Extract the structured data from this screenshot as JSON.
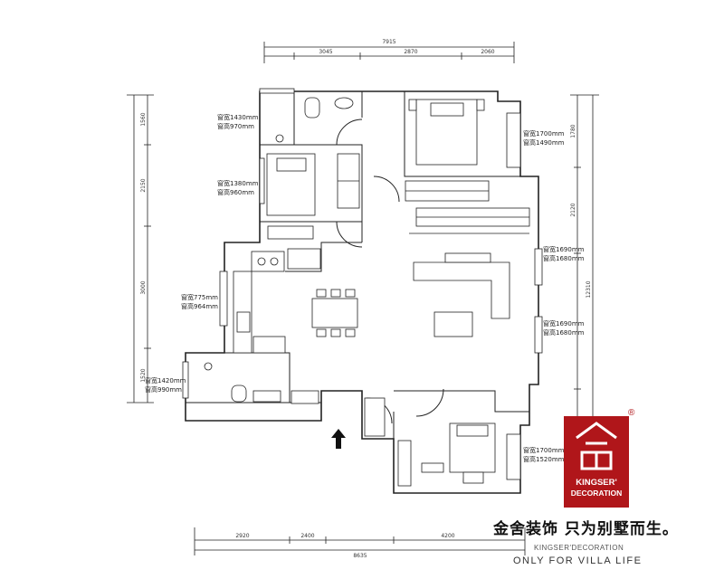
{
  "plan": {
    "dims_top": [
      "7915",
      "3045",
      "2870",
      "2060"
    ],
    "dims_bottom": [
      "2920",
      "2400",
      "8635",
      "4200"
    ],
    "dims_left": [
      "1560",
      "2150",
      "3000",
      "1520"
    ],
    "dims_right": [
      "1780",
      "2120",
      "2060",
      "12310"
    ],
    "window_labels": [
      {
        "w": "窗宽1430mm",
        "h": "窗高970mm"
      },
      {
        "w": "窗宽1380mm",
        "h": "窗高960mm"
      },
      {
        "w": "窗宽775mm",
        "h": "窗高964mm"
      },
      {
        "w": "窗宽1420mm",
        "h": "窗高990mm"
      },
      {
        "w": "窗宽1700mm",
        "h": "窗高1490mm"
      },
      {
        "w": "窗宽1690mm",
        "h": "窗高1680mm"
      },
      {
        "w": "窗宽1690mm",
        "h": "窗高1680mm"
      },
      {
        "w": "窗宽1700mm",
        "h": "窗高1520mm"
      }
    ]
  },
  "brand": {
    "logo_line1": "KINGSER'",
    "logo_line2": "DECORATION",
    "registered": "®",
    "slogan_cn": "金舍装饰 只为别墅而生。",
    "slogan_en1": "KINGSER'DECORATION",
    "slogan_en2": "ONLY FOR VILLA LIFE"
  },
  "colors": {
    "logo_red": "#b0161a",
    "line": "#222222"
  }
}
